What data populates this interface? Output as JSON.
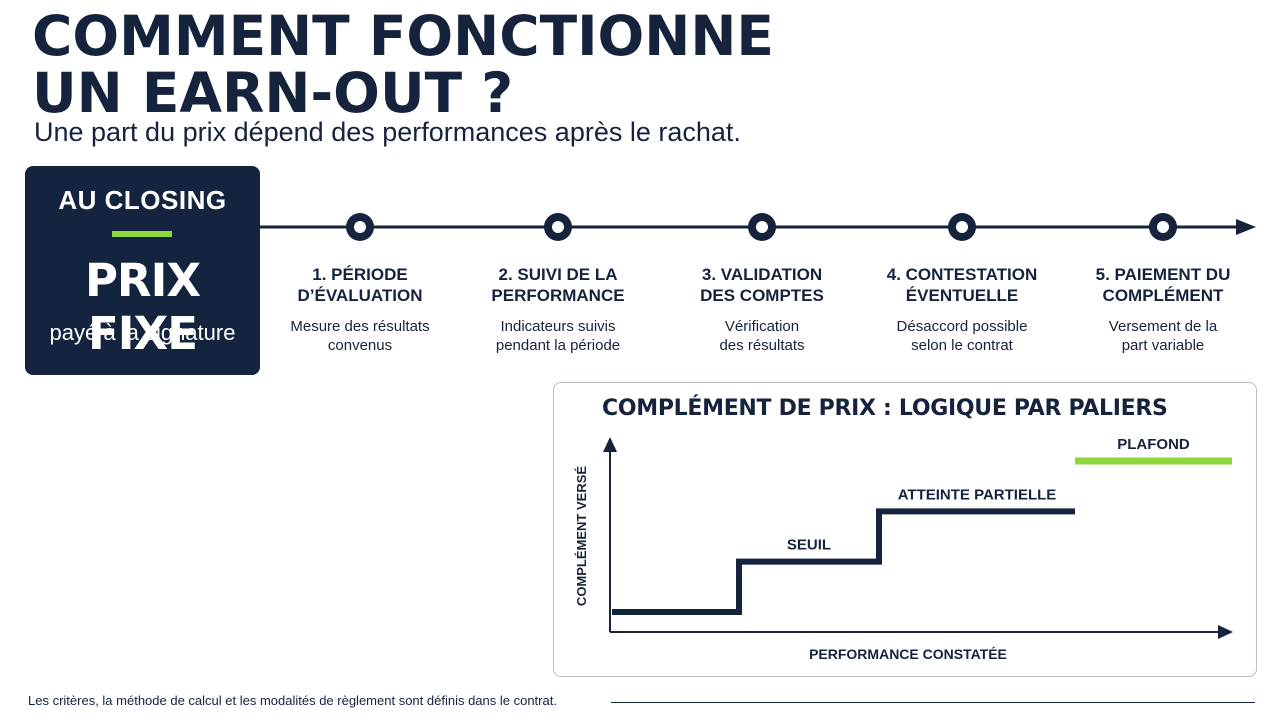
{
  "header": {
    "title_line1": "COMMENT FONCTIONNE",
    "title_line2": "UN EARN-OUT ?",
    "subtitle": "Une part du prix dépend des performances après le rachat."
  },
  "closing_card": {
    "label": "AU CLOSING",
    "price": "PRIX FIXE",
    "sub": "payé à la signature",
    "accent_color": "#8fd83c"
  },
  "timeline": {
    "steps": [
      {
        "title": "1. PÉRIODE\nD’ÉVALUATION",
        "desc": "Mesure des résultats\nconvenus"
      },
      {
        "title": "2. SUIVI DE LA\nPERFORMANCE",
        "desc": "Indicateurs suivis\npendant la période"
      },
      {
        "title": "3. VALIDATION\nDES COMPTES",
        "desc": "Vérification\ndes résultats"
      },
      {
        "title": "4. CONTESTATION\nÉVENTUELLE",
        "desc": "Désaccord possible\nselon le contrat"
      },
      {
        "title": "5. PAIEMENT DU\nCOMPLÉMENT",
        "desc": "Versement de la\npart variable"
      }
    ]
  },
  "chart": {
    "title": "COMPLÉMENT DE PRIX : LOGIQUE PAR PALIERS",
    "y_label": "COMPLÉMENT VERSÉ",
    "x_label": "PERFORMANCE CONSTATÉE",
    "levels": [
      {
        "label": "",
        "value": 0
      },
      {
        "label": "SEUIL",
        "value": 1
      },
      {
        "label": "ATTEINTE PARTIELLE",
        "value": 2
      },
      {
        "label": "PLAFOND",
        "value": 3
      }
    ],
    "line_color": "#14233e",
    "cap_color": "#8fd83c"
  },
  "footnote": "Les critères, la méthode de calcul et les modalités de règlement sont définis dans le contrat."
}
